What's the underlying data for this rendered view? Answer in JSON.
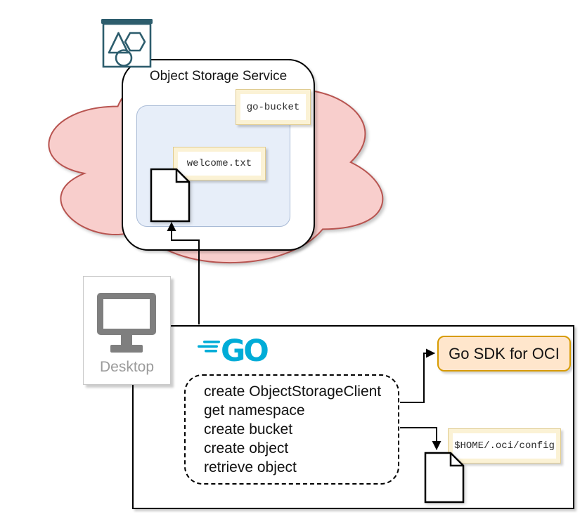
{
  "cloud": {
    "title": "Object Storage Service",
    "bucket_label": "go-bucket",
    "object_label": "welcome.txt"
  },
  "desktop": {
    "label": "Desktop"
  },
  "client": {
    "logo_text": "GO",
    "steps": [
      "create ObjectStorageClient",
      "get namespace",
      "create bucket",
      "create object",
      "retrieve object"
    ],
    "sdk_label": "Go SDK for OCI",
    "config_label": "$HOME/.oci/config"
  },
  "icons": {
    "object_storage": "box-with-triangle-hexagon-circle",
    "desktop": "monitor",
    "document": "page-with-folded-corner",
    "go_logo": "go-wordmark-with-speed-lines"
  },
  "colors": {
    "cloud_fill": "#F8CECC",
    "cloud_stroke": "#B85450",
    "bucket_fill": "#E7EEF9",
    "bucket_stroke": "#A9BBD6",
    "note_fill": "#FBF2D5",
    "note_stroke": "#E0CB8F",
    "sdk_fill": "#FFE6CC",
    "sdk_stroke": "#D79B00",
    "go_brand": "#00ACD7",
    "storage_icon_teal": "#2D5D6D",
    "monitor_gray": "#7F7F7F"
  }
}
